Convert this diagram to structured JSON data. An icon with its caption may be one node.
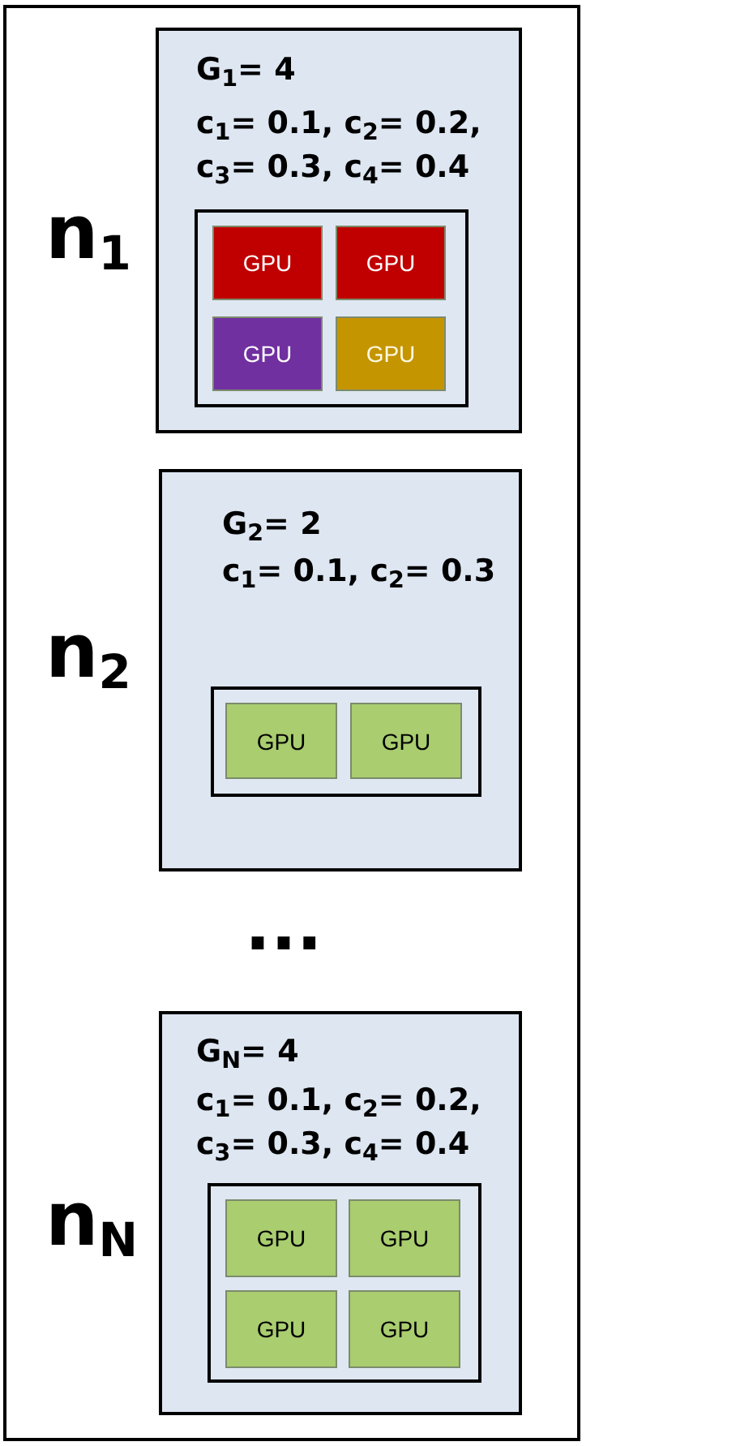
{
  "diagram": {
    "nodes": [
      {
        "text": [],
        "shape": "box"
      },
      {
        "text": [
          "G$_{1}$= 4",
          "c$_{1}$= 0.1, c$_{2}$= 0.2, c$_{3}$= 0.3, c$_{4}$= 0.4"
        ],
        "in": 0,
        "beside": [
          "n$_{1}$"
        ]
      },
      {
        "text": [],
        "shape": "box",
        "in": 1
      },
      {
        "text": [
          "GPU"
        ],
        "in": 2
      },
      {
        "text": [
          "GPU"
        ],
        "in": 2
      },
      {
        "text": [
          "GPU"
        ],
        "in": 2
      },
      {
        "text": [
          "GPU"
        ],
        "in": 2
      },
      {
        "text": [
          "G$_{2}$= 2",
          "c$_{1}$= 0.1, c$_{2}$= 0.3"
        ],
        "in": 0,
        "beside": [
          "n$_{2}$"
        ]
      },
      {
        "text": [],
        "shape": "box",
        "in": 7
      },
      {
        "text": [
          "GPU"
        ],
        "in": 8
      },
      {
        "text": [
          "GPU"
        ],
        "in": 8
      },
      {
        "text": [
          "G$_{N}$= 4",
          "c$_{1}$= 0.1, c$_{2}$= 0.2, c$_{3}$= 0.3, c$_{4}$= 0.4"
        ],
        "in": 0,
        "beside": [
          "n$_{N}$"
        ]
      },
      {
        "text": [],
        "shape": "box",
        "in": 11
      },
      {
        "text": [
          "GPU"
        ],
        "in": 12
      },
      {
        "text": [
          "GPU"
        ],
        "in": 12
      },
      {
        "text": [
          "GPU"
        ],
        "in": 12
      },
      {
        "text": [
          "GPU"
        ],
        "in": 12
      }
    ],
    "labels": [
      "..."
    ]
  }
}
